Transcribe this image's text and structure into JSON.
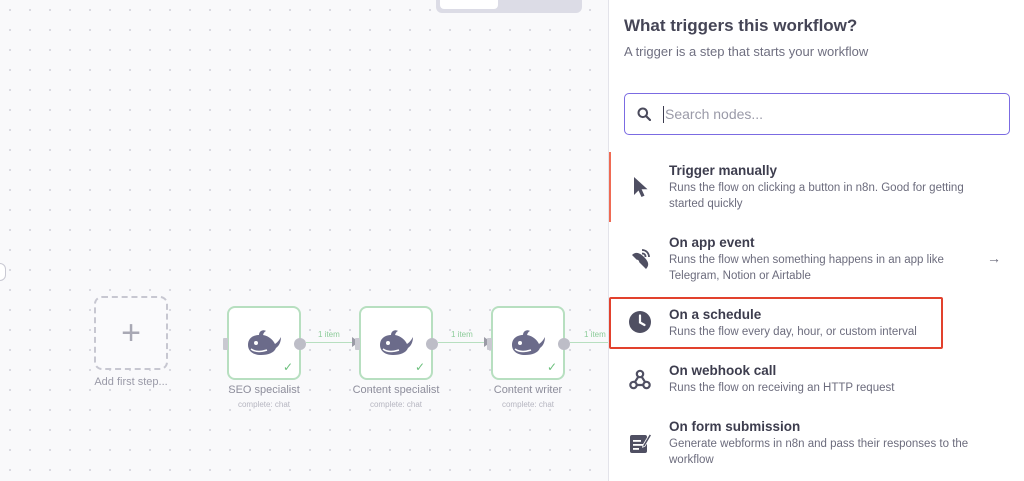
{
  "canvas": {
    "add_first_step": {
      "icon": "plus-icon",
      "label": "Add first step..."
    },
    "nodes": [
      {
        "title": "SEO specialist",
        "subtitle": "complete: chat",
        "icon": "whale-icon"
      },
      {
        "title": "Content specialist",
        "subtitle": "complete: chat",
        "icon": "whale-icon"
      },
      {
        "title": "Content writer",
        "subtitle": "complete: chat",
        "icon": "whale-icon"
      }
    ],
    "edges": [
      {
        "label": "1 item"
      },
      {
        "label": "1 item"
      },
      {
        "label": "1 item"
      }
    ]
  },
  "panel": {
    "title": "What triggers this workflow?",
    "subtitle": "A trigger is a step that starts your workflow",
    "search": {
      "placeholder": "Search nodes...",
      "value": ""
    },
    "items": [
      {
        "title": "Trigger manually",
        "description": "Runs the flow on clicking a button in n8n. Good for getting started quickly",
        "icon": "cursor-icon",
        "active": true
      },
      {
        "title": "On app event",
        "description": "Runs the flow when something happens in an app like Telegram, Notion or Airtable",
        "icon": "satellite-icon",
        "has_arrow": true
      },
      {
        "title": "On a schedule",
        "description": "Runs the flow every day, hour, or custom interval",
        "icon": "clock-icon",
        "highlighted": true
      },
      {
        "title": "On webhook call",
        "description": "Runs the flow on receiving an HTTP request",
        "icon": "webhook-icon"
      },
      {
        "title": "On form submission",
        "description": "Generate webforms in n8n and pass their responses to the workflow",
        "icon": "form-icon"
      }
    ]
  },
  "colors": {
    "accent": "#7b6be2",
    "active_marker": "#ef6a53",
    "highlight_box": "#e2412d",
    "node_success": "#6cc07d"
  }
}
